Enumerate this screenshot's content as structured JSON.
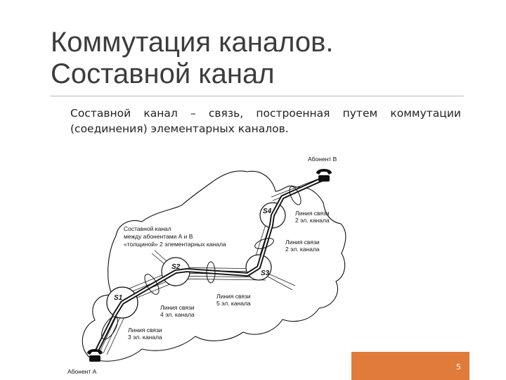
{
  "slide": {
    "title_line1": "Коммутация каналов.",
    "title_line2": "Составной канал",
    "body": "Составной канал – связь, построенная путем коммутации (соединения) элементарных каналов.",
    "page_number": "5",
    "accent_color": "#e07b39"
  },
  "diagram": {
    "subscriber_b": "Абонент B",
    "subscriber_a": "Абонент A",
    "nodes": [
      "S1",
      "S2",
      "S3",
      "S4"
    ],
    "composite_label": [
      "Составной канал",
      "между абонентами А и В",
      "«толщиной» 2 элементарных канала"
    ],
    "line_s4_b": [
      "Линия связи",
      "2 эл. канала"
    ],
    "line_s3_s4": [
      "Линия связи",
      "2 эл. канала"
    ],
    "line_s2_s3": [
      "Линия связи",
      "5 эл. канала"
    ],
    "line_s1_s2": [
      "Линия связи",
      "4 эл. канала"
    ],
    "line_a_s1": [
      "Линия связи",
      "3 эл. канала"
    ]
  }
}
